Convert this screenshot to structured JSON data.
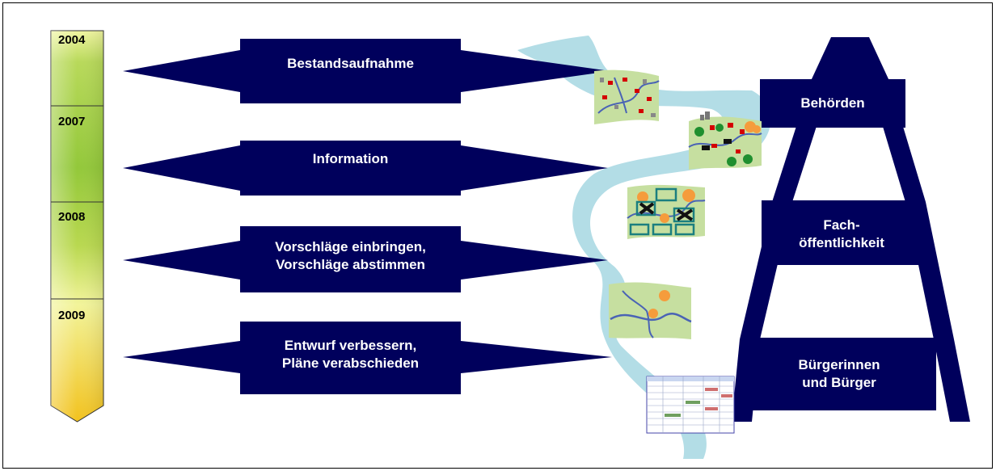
{
  "timeline": {
    "years": [
      "2004",
      "2007",
      "2008",
      "2009"
    ]
  },
  "steps": [
    {
      "line1": "Bestandsaufnahme",
      "line2": ""
    },
    {
      "line1": "Information",
      "line2": ""
    },
    {
      "line1": "Vorschläge einbringen,",
      "line2": "Vorschläge abstimmen"
    },
    {
      "line1": "Entwurf verbessern,",
      "line2": "Pläne verabschieden"
    }
  ],
  "ladder": {
    "levels": [
      {
        "line1": "Behörden",
        "line2": ""
      },
      {
        "line1": "Fach-",
        "line2": "öffentlichkeit"
      },
      {
        "line1": "Bürgerinnen",
        "line2": "und Bürger"
      }
    ]
  },
  "colors": {
    "navy": "#00005c",
    "river": "#b3dde6",
    "timeline_top": "#93c83a",
    "timeline_bottom": "#f2ce2a",
    "map_land": "#c6dfa0",
    "map_river": "#4a63b5",
    "map_red": "#d40000",
    "map_orange": "#f59c3c",
    "map_teal": "#1b7f7f"
  },
  "icons": [
    "timeline-arrow-icon",
    "double-arrow-icon",
    "map-thumbnail-icon",
    "ladder-icon",
    "table-thumbnail-icon"
  ]
}
